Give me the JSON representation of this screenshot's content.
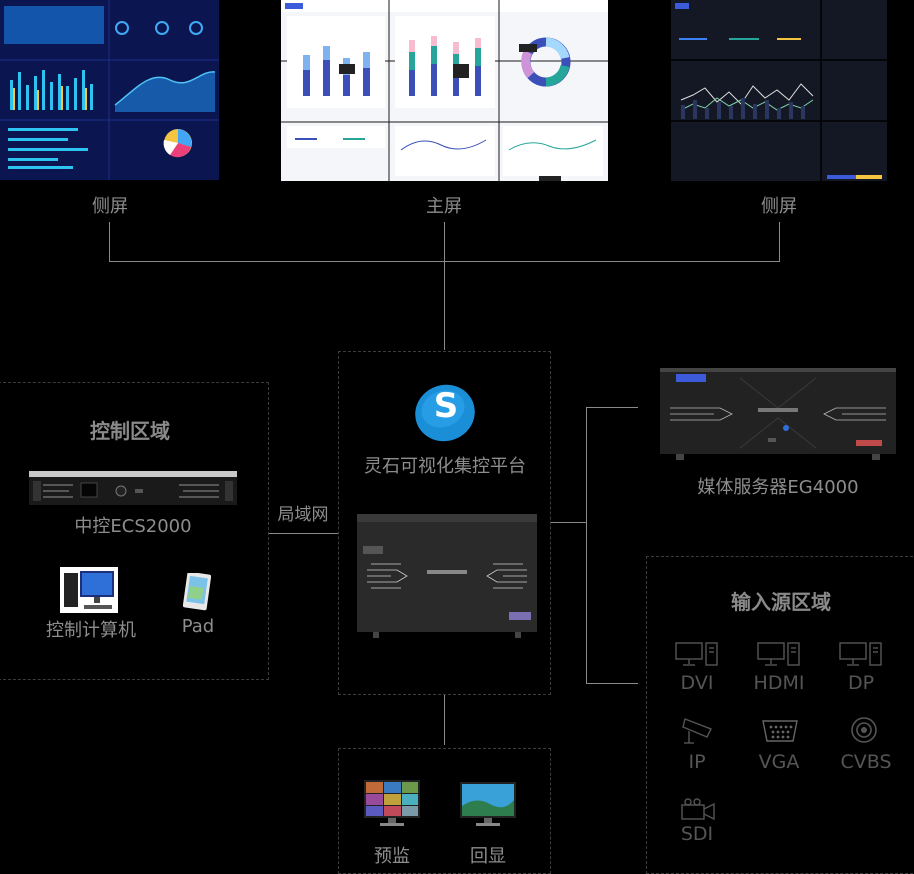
{
  "screens": {
    "left_label": "侧屏",
    "main_label": "主屏",
    "right_label": "侧屏"
  },
  "platform": {
    "logo_letter": "S",
    "name": "灵石可视化集控平台"
  },
  "control_area": {
    "title": "控制区域",
    "device_name": "中控ECS2000",
    "computer_label": "控制计算机",
    "pad_label": "Pad"
  },
  "network_label": "局域网",
  "media_server": {
    "name": "媒体服务器EG4000"
  },
  "input_area": {
    "title": "输入源区域",
    "sources": [
      {
        "label": "DVI",
        "icon": "monitor-pc-icon"
      },
      {
        "label": "HDMI",
        "icon": "monitor-pc-icon"
      },
      {
        "label": "DP",
        "icon": "monitor-pc-icon"
      },
      {
        "label": "IP",
        "icon": "ip-camera-icon"
      },
      {
        "label": "VGA",
        "icon": "vga-connector-icon"
      },
      {
        "label": "CVBS",
        "icon": "cvbs-connector-icon"
      },
      {
        "label": "SDI",
        "icon": "video-camera-icon"
      }
    ]
  },
  "output_area": {
    "preview_label": "预监",
    "echo_label": "回显"
  },
  "colors": {
    "background": "#000000",
    "connector_line": "#8a8a8a",
    "dashed_border": "#3c3c3c",
    "logo_blue": "#1a8ed6"
  }
}
